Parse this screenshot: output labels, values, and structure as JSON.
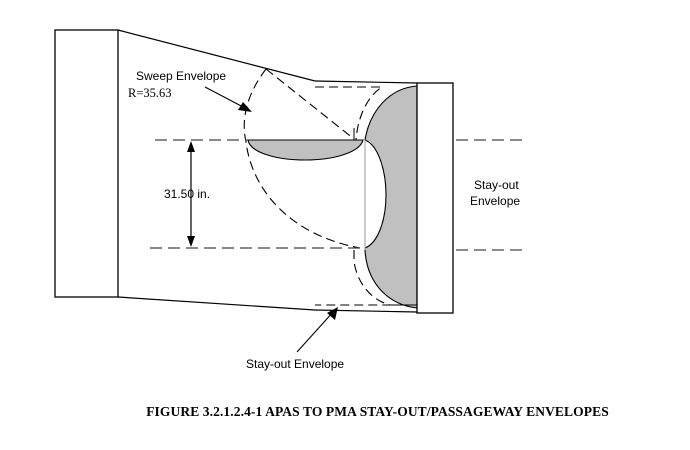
{
  "figure": {
    "caption": "FIGURE 3.2.1.2.4-1  APAS TO PMA STAY-OUT/PASSAGEWAY ENVELOPES",
    "labels": {
      "sweep_envelope": "Sweep Envelope",
      "radius": "R=35.63",
      "dimension": "31.50 in.",
      "stayout_right_line1": "Stay-out",
      "stayout_right_line2": "Envelope",
      "stayout_bottom": "Stay-out Envelope"
    },
    "values": {
      "sweep_radius": 35.63,
      "passage_height_in": 31.5
    },
    "colors": {
      "line": "#000000",
      "fill_gray": "#c0c0c0",
      "dash_gray": "#444444"
    }
  }
}
